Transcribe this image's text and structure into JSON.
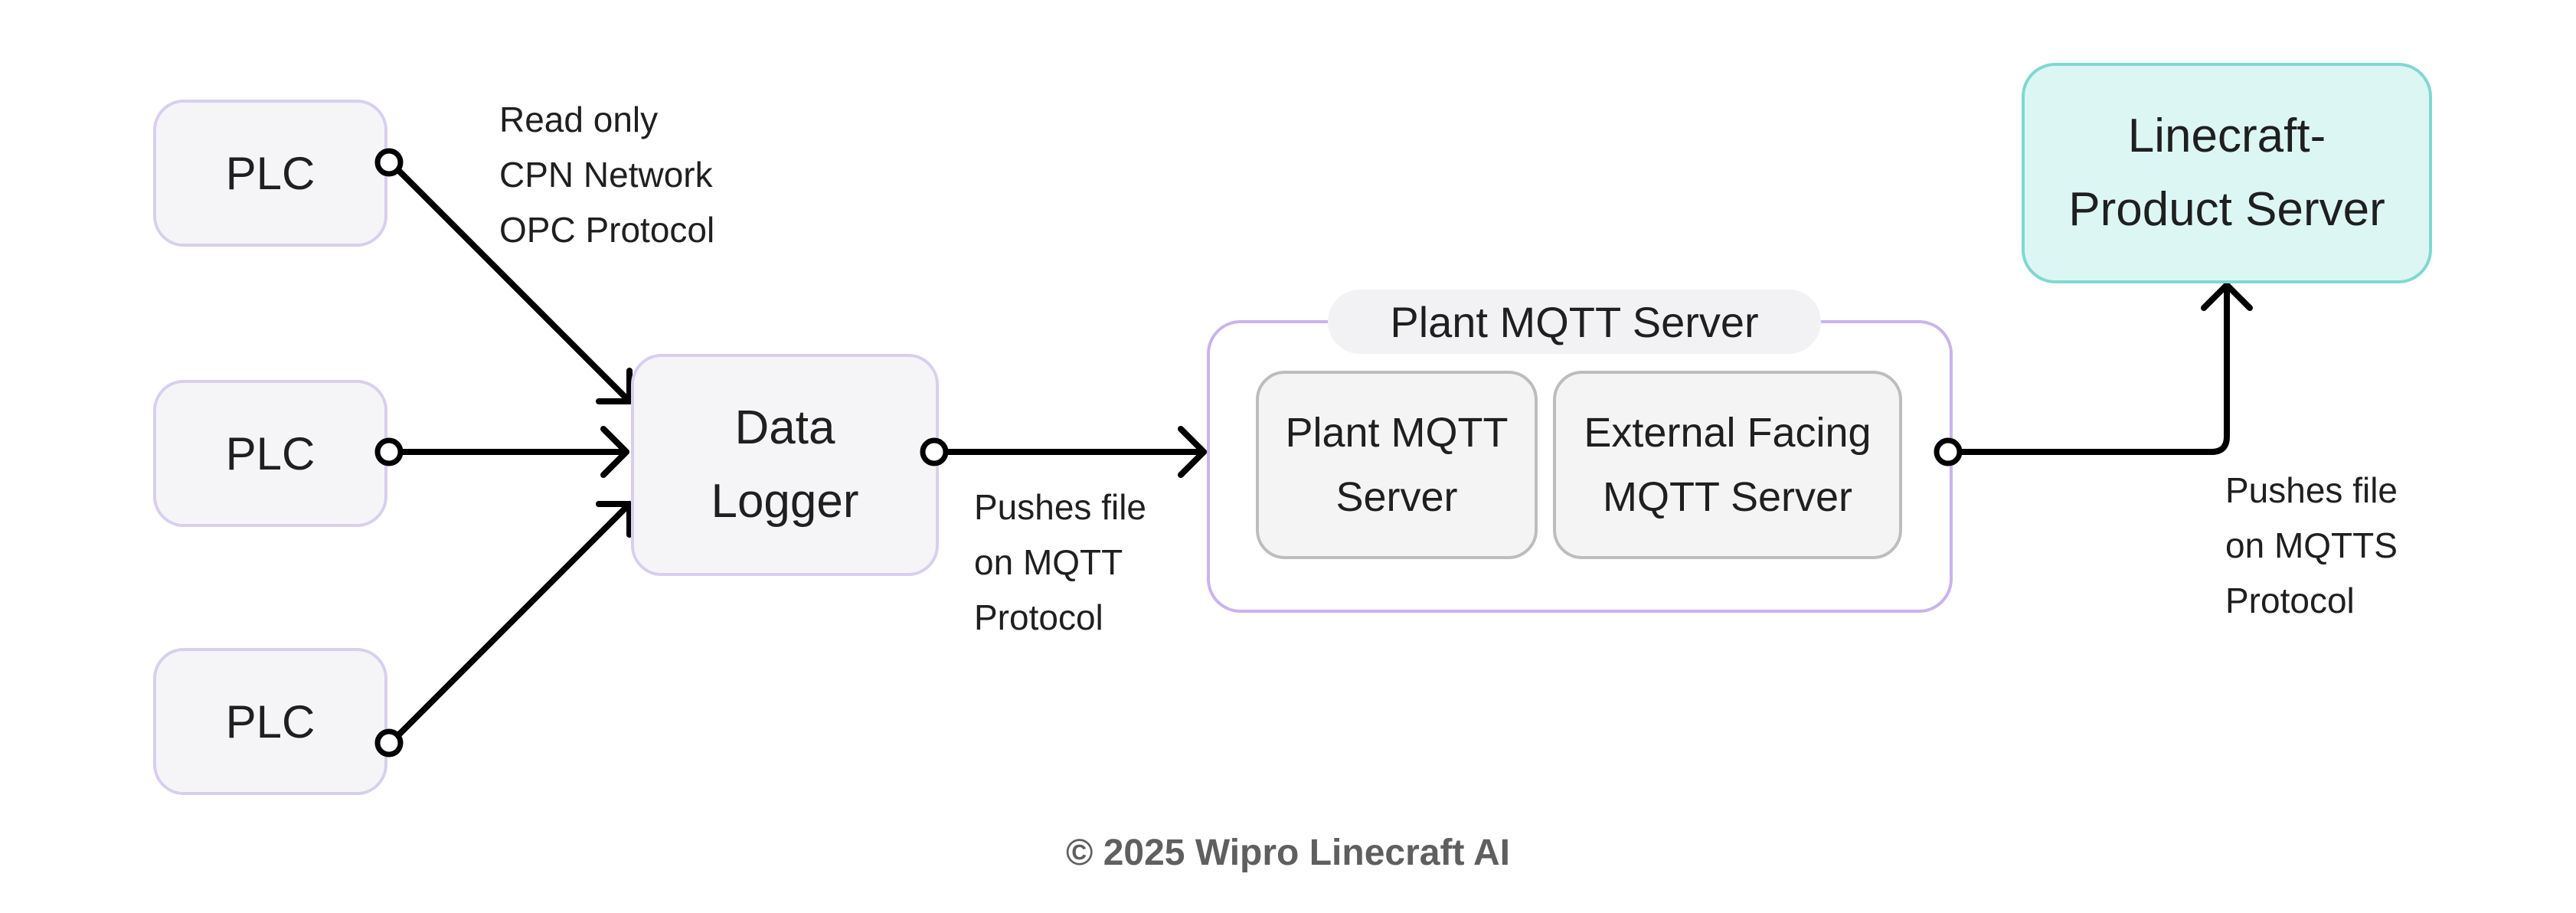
{
  "nodes": {
    "plc_1": "PLC",
    "plc_2": "PLC",
    "plc_3": "PLC",
    "data_logger": [
      "Data",
      "Logger"
    ],
    "plant_group_label": "Plant MQTT Server",
    "plant_mqtt_server": [
      "Plant MQTT",
      "Server"
    ],
    "external_mqtt_server": [
      "External Facing",
      "MQTT Server"
    ],
    "product_server": [
      "Linecraft-",
      "Product Server"
    ]
  },
  "notes": {
    "plc_link": [
      "Read only",
      "CPN Network",
      "OPC Protocol"
    ],
    "logger_link": [
      "Pushes file",
      "on MQTT",
      "Protocol"
    ],
    "server_link": [
      "Pushes file",
      "on MQTTS",
      "Protocol"
    ]
  },
  "footer": "© 2025 Wipro Linecraft AI",
  "colors": {
    "node_fill": "#f5f5f8",
    "node_border": "#d8cfee",
    "group_border": "#c9b3ee",
    "inner_fill": "#f4f4f4",
    "inner_border": "#bdbdbd",
    "product_fill": "#dcf6f4",
    "product_border": "#7fd8d1",
    "connector": "#000000"
  }
}
